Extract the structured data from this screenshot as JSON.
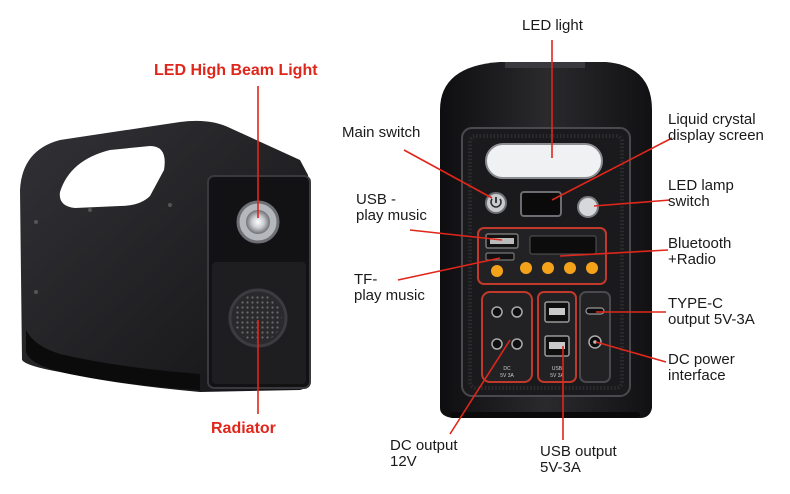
{
  "left_device": {
    "label_top": "LED High Beam Light",
    "label_bottom": "Radiator"
  },
  "right_device": {
    "led_light": "LED light",
    "main_switch": "Main switch",
    "lcd_line1": "Liquid crystal",
    "lcd_line2": "display screen",
    "led_switch_line1": "LED lamp",
    "led_switch_line2": "switch",
    "usb_music_line1": "USB -",
    "usb_music_line2": "play music",
    "bt_line1": "Bluetooth",
    "bt_line2": "+Radio",
    "tf_line1": "TF-",
    "tf_line2": "play music",
    "typec_line1": "TYPE-C",
    "typec_line2": "output 5V-3A",
    "dcpower_line1": "DC power",
    "dcpower_line2": "interface",
    "dcout_line1": "DC output",
    "dcout_line2": "12V",
    "usbout_line1": "USB output",
    "usbout_line2": "5V-3A",
    "port_dc_text1": "DC",
    "port_dc_text2": "5V 3A",
    "port_usb_text1": "USB",
    "port_usb_text2": "5V 3A"
  },
  "colors": {
    "callout": "#e0261b",
    "body": "#1c1c1e",
    "panel": "#2b2b2e",
    "orange": "#f5a21b"
  }
}
